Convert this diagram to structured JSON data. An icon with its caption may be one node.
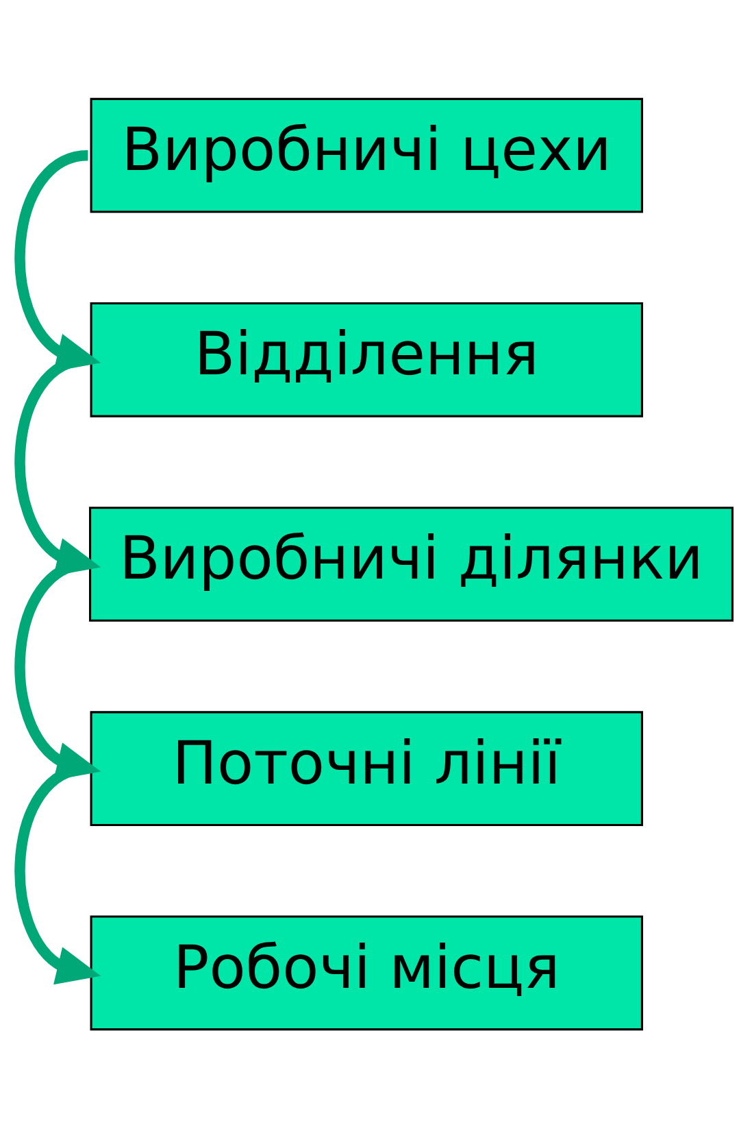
{
  "diagram": {
    "nodes": [
      {
        "text": [
          "Виробничі цехи"
        ]
      },
      {
        "text": [
          "Відділення"
        ]
      },
      {
        "text": [
          "Виробничі ділянки"
        ]
      },
      {
        "text": [
          "Поточні лінії"
        ]
      },
      {
        "text": [
          "Робочі місця"
        ]
      }
    ],
    "edges": [
      {
        "from": 0,
        "to": 1,
        "arrow": "to"
      },
      {
        "from": 1,
        "to": 2,
        "arrow": "to"
      },
      {
        "from": 2,
        "to": 3,
        "arrow": "to"
      },
      {
        "from": 3,
        "to": 4,
        "arrow": "to"
      }
    ]
  }
}
